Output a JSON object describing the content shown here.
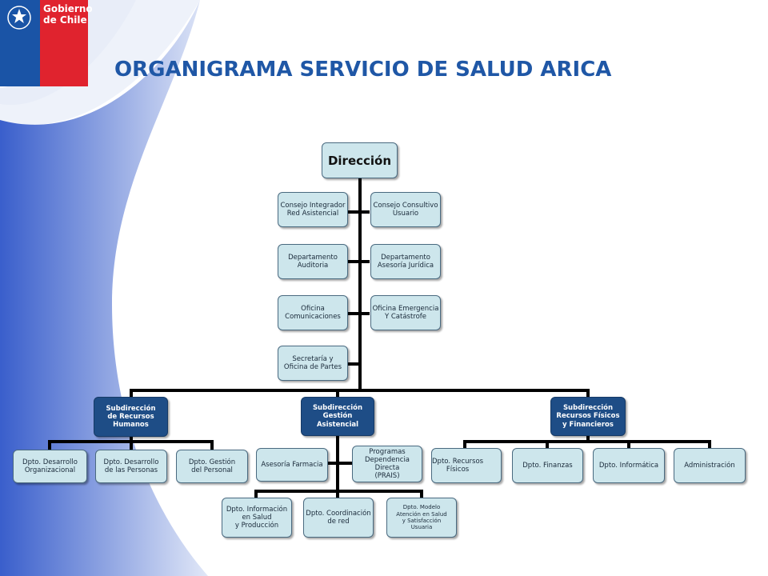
{
  "header": {
    "logo_text_line1": "Gobierno",
    "logo_text_line2": "de Chile",
    "title": "ORGANIGRAMA SERVICIO DE SALUD ARICA"
  },
  "colors": {
    "title": "#1f57a6",
    "logo_blue": "#1a54a6",
    "logo_red": "#e0232e",
    "node_light": "#cde6ec",
    "node_dark": "#1e4d86",
    "connector": "#000000"
  },
  "org": {
    "root": "Dirección",
    "advisory": {
      "consejo_integrador": "Consejo Integrador\nRed Asistencial",
      "consejo_consultivo": "Consejo Consultivo\nUsuario",
      "auditoria": "Departamento\nAuditoria",
      "juridica": "Departamento\nAsesoría Jurídica",
      "comunicaciones": "Oficina\nComunicaciones",
      "emergencia": "Oficina Emergencia\nY Catástrofe",
      "secretaria": "Secretaría y\nOficina de Partes"
    },
    "subdirecciones": {
      "rrhh": "Subdirección\nde Recursos\nHumanos",
      "gestion": "Subdirección\nGestión\nAsistencial",
      "fisicos": "Subdirección\nRecursos Físicos\ny Financieros"
    },
    "rrhh_units": {
      "organizacional": "Dpto. Desarrollo\nOrganizacional",
      "personas": "Dpto. Desarrollo\nde las Personas",
      "personal": "Dpto. Gestión\ndel Personal"
    },
    "gestion_units": {
      "farmacia": "Asesoría Farmacia",
      "prais": "Programas\nDependencia Directa\n(PRAIS)",
      "informacion": "Dpto. Información\nen Salud\ny Producción",
      "coordinacion": "Dpto. Coordinación\nde red",
      "modelo": "Dpto. Modelo\nAtención en Salud\ny Satisfacción\nUsuaria"
    },
    "fisicos_units": {
      "recursos_fisicos": "Dpto. Recursos\nFísicos",
      "finanzas": "Dpto. Finanzas",
      "informatica": "Dpto. Informática",
      "administracion": "Administración"
    }
  }
}
